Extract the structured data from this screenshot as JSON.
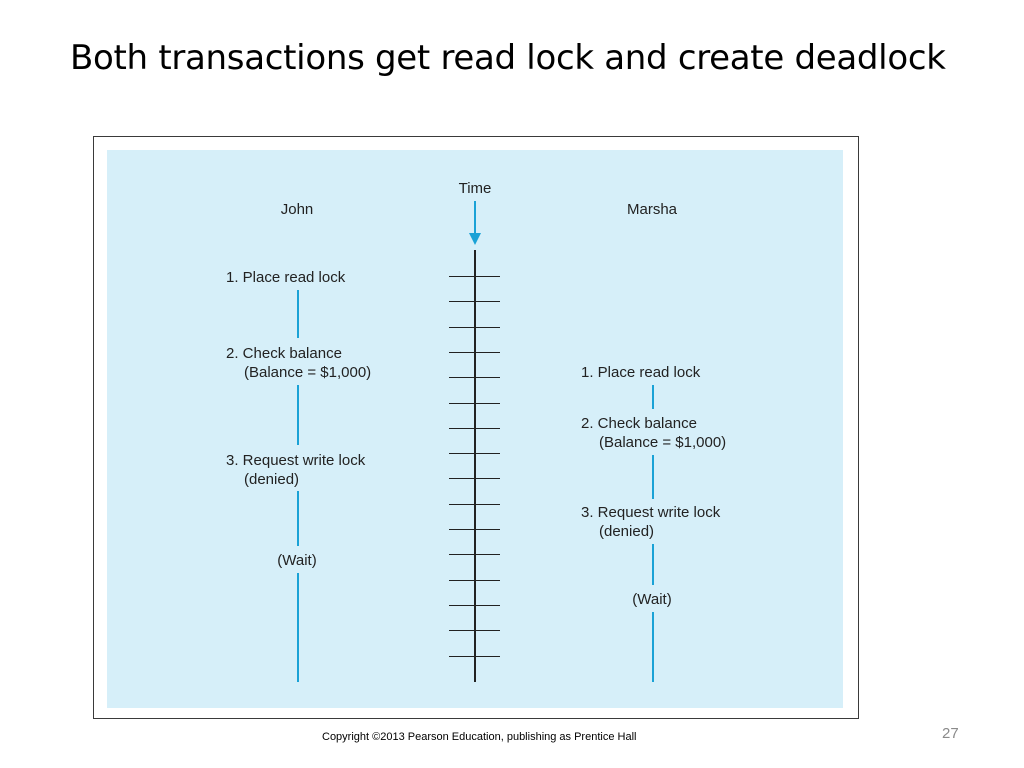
{
  "slide": {
    "title": "Both transactions get read lock and create deadlock",
    "copyright": "Copyright ©2013 Pearson Education, publishing as Prentice Hall",
    "page_number": "27"
  },
  "diagram": {
    "time_label": "Time",
    "time_ticks": 16,
    "john": {
      "name": "John",
      "steps": [
        {
          "line1": "1. Place read lock",
          "line2": ""
        },
        {
          "line1": "2. Check balance",
          "line2": "(Balance = $1,000)"
        },
        {
          "line1": "3. Request write lock",
          "line2": "(denied)"
        }
      ],
      "wait": "(Wait)"
    },
    "marsha": {
      "name": "Marsha",
      "steps": [
        {
          "line1": "1. Place read lock",
          "line2": ""
        },
        {
          "line1": "2. Check balance",
          "line2": "(Balance = $1,000)"
        },
        {
          "line1": "3. Request write lock",
          "line2": "(denied)"
        }
      ],
      "wait": "(Wait)"
    },
    "colors": {
      "background": "#d6eff9",
      "timeline": "#1aa2d6",
      "axis": "#222222"
    }
  }
}
